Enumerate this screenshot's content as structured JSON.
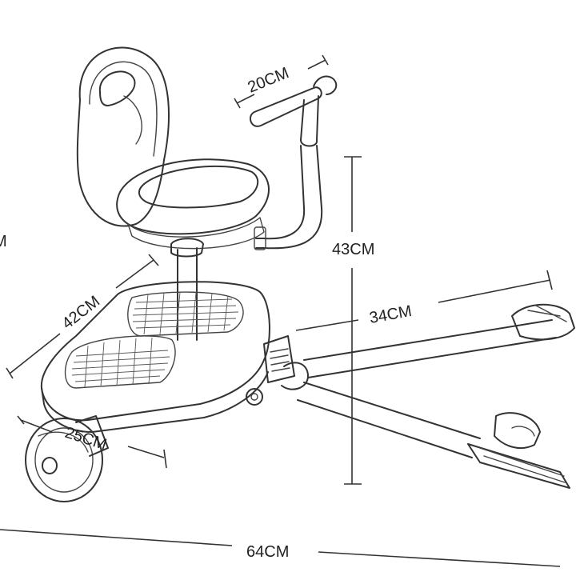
{
  "dimensions": {
    "handle_width": "20CM",
    "height": "43CM",
    "board_length": "42CM",
    "frame_span": "34CM",
    "wheel_axle": "25CM",
    "total_length": "64CM",
    "left_edge_fragment": "M"
  }
}
